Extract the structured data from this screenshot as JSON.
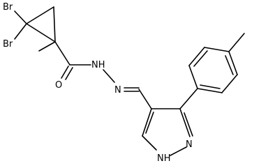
{
  "atoms": {
    "br_upper": "Br",
    "br_lower": "Br",
    "carbonyl_o": "O",
    "amide_nh": "NH",
    "imine_n": "N",
    "ring_nh": "NH",
    "ring_n": "N"
  }
}
